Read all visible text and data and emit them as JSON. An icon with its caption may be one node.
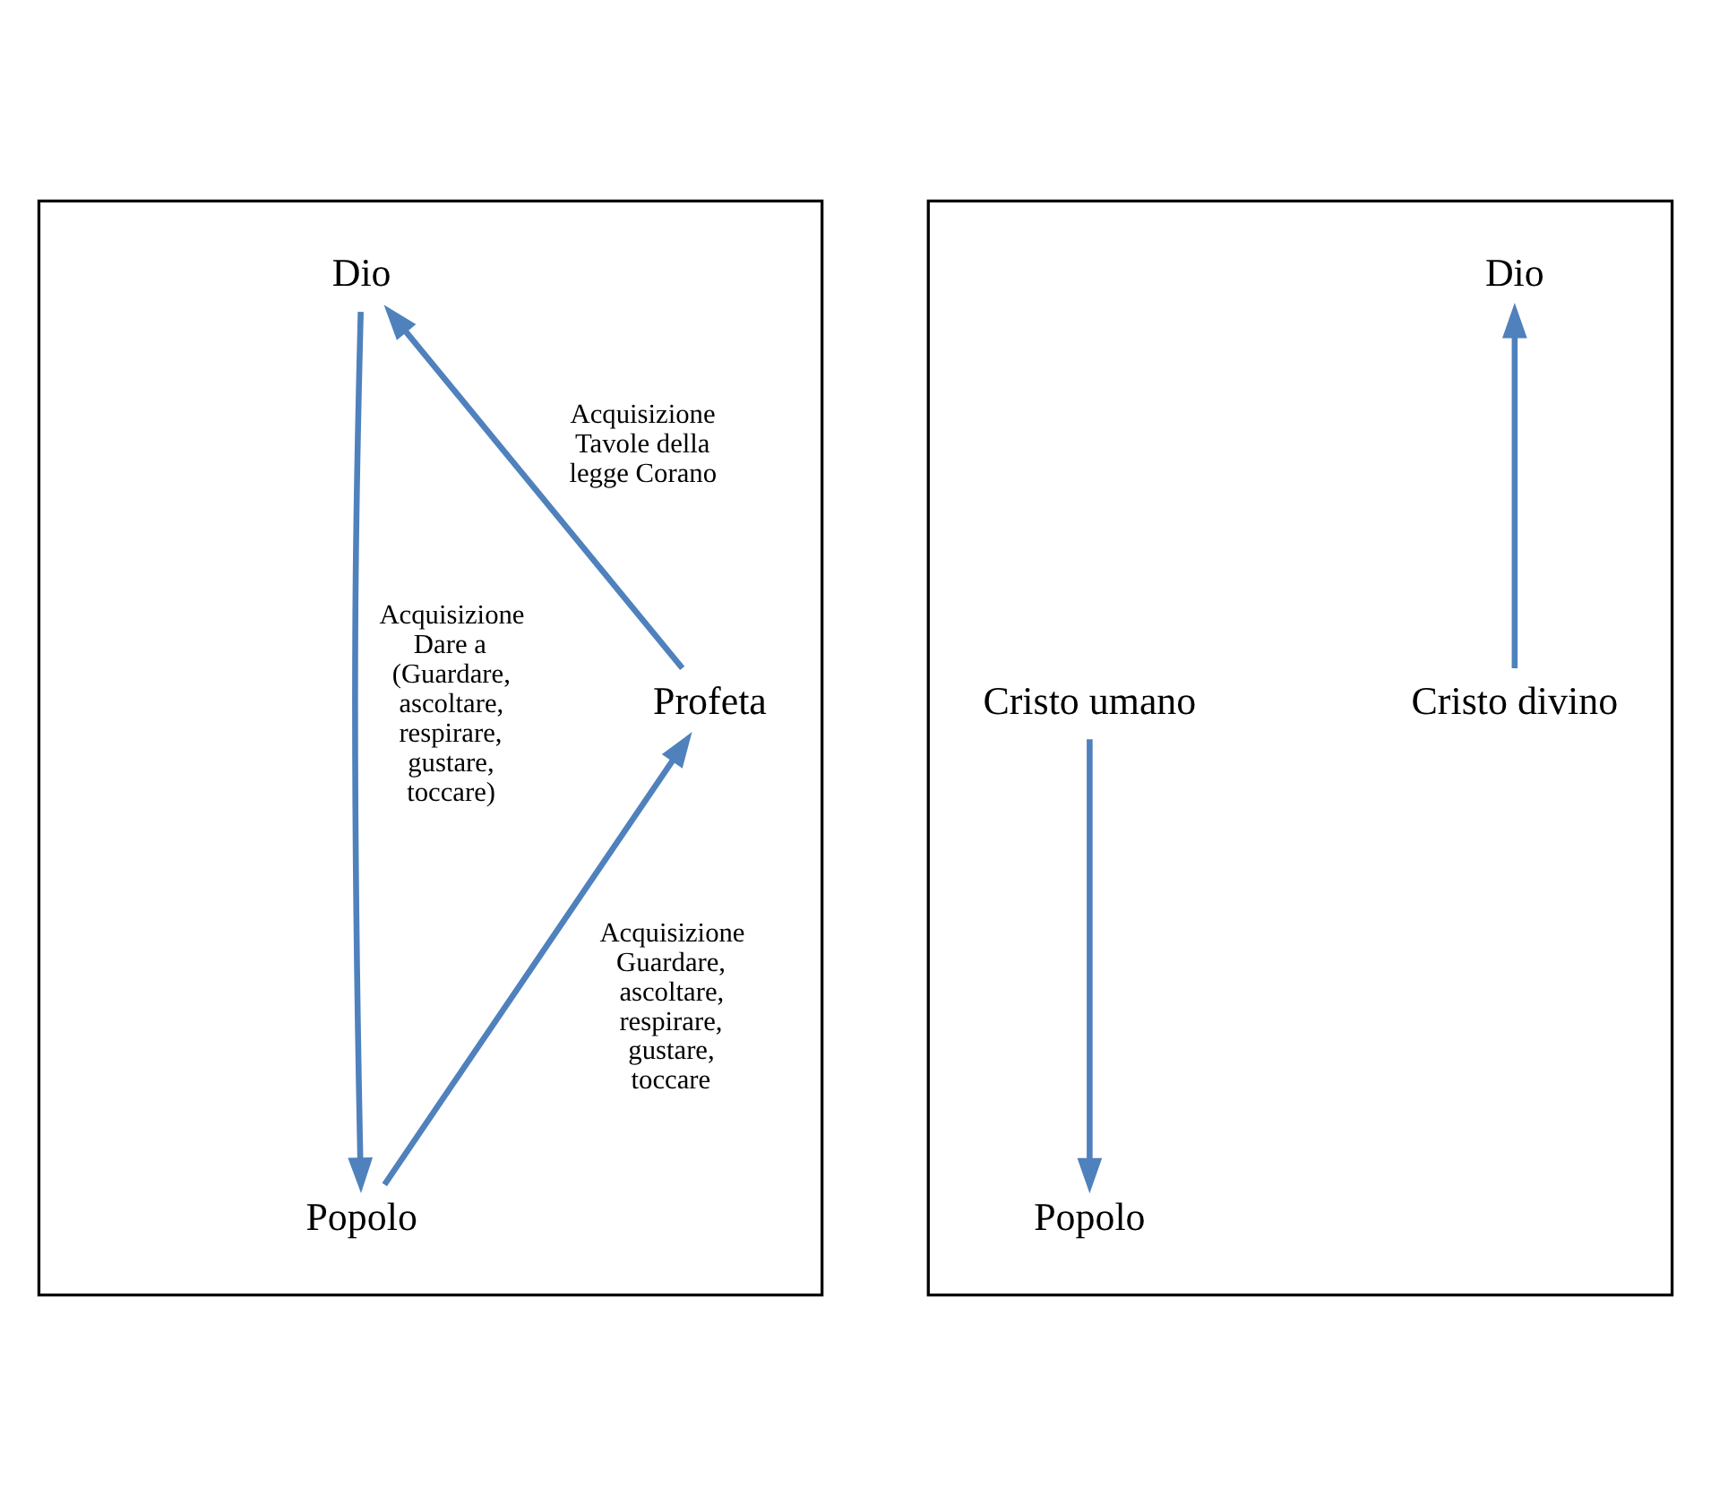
{
  "diagram": {
    "nodes": [
      {
        "text": [],
        "shape": "box"
      },
      {
        "text": [],
        "shape": "box"
      },
      {
        "text": [
          "Dio"
        ],
        "in": 0
      },
      {
        "text": [
          "Profeta"
        ],
        "in": 0
      },
      {
        "text": [
          "Popolo"
        ],
        "in": 0
      },
      {
        "text": [
          "Dio"
        ],
        "in": 1
      },
      {
        "text": [
          "Cristo divino"
        ],
        "in": 1
      },
      {
        "text": [
          "Cristo umano"
        ],
        "in": 1
      },
      {
        "text": [
          "Popolo"
        ],
        "in": 1
      }
    ],
    "edges": [
      {
        "from": 3,
        "to": 2,
        "arrow": "to",
        "label": "Acquisizione Tavole della legge Corano"
      },
      {
        "from": 2,
        "to": 4,
        "arrow": "to",
        "label": "Acquisizione Dare a (Guardare, ascoltare, respirare, gustare, toccare)"
      },
      {
        "from": 4,
        "to": 3,
        "arrow": "to",
        "label": "Acquisizione Guardare, ascoltare, respirare, gustare, toccare"
      },
      {
        "from": 6,
        "to": 5,
        "arrow": "to"
      },
      {
        "from": 7,
        "to": 8,
        "arrow": "to"
      }
    ]
  }
}
